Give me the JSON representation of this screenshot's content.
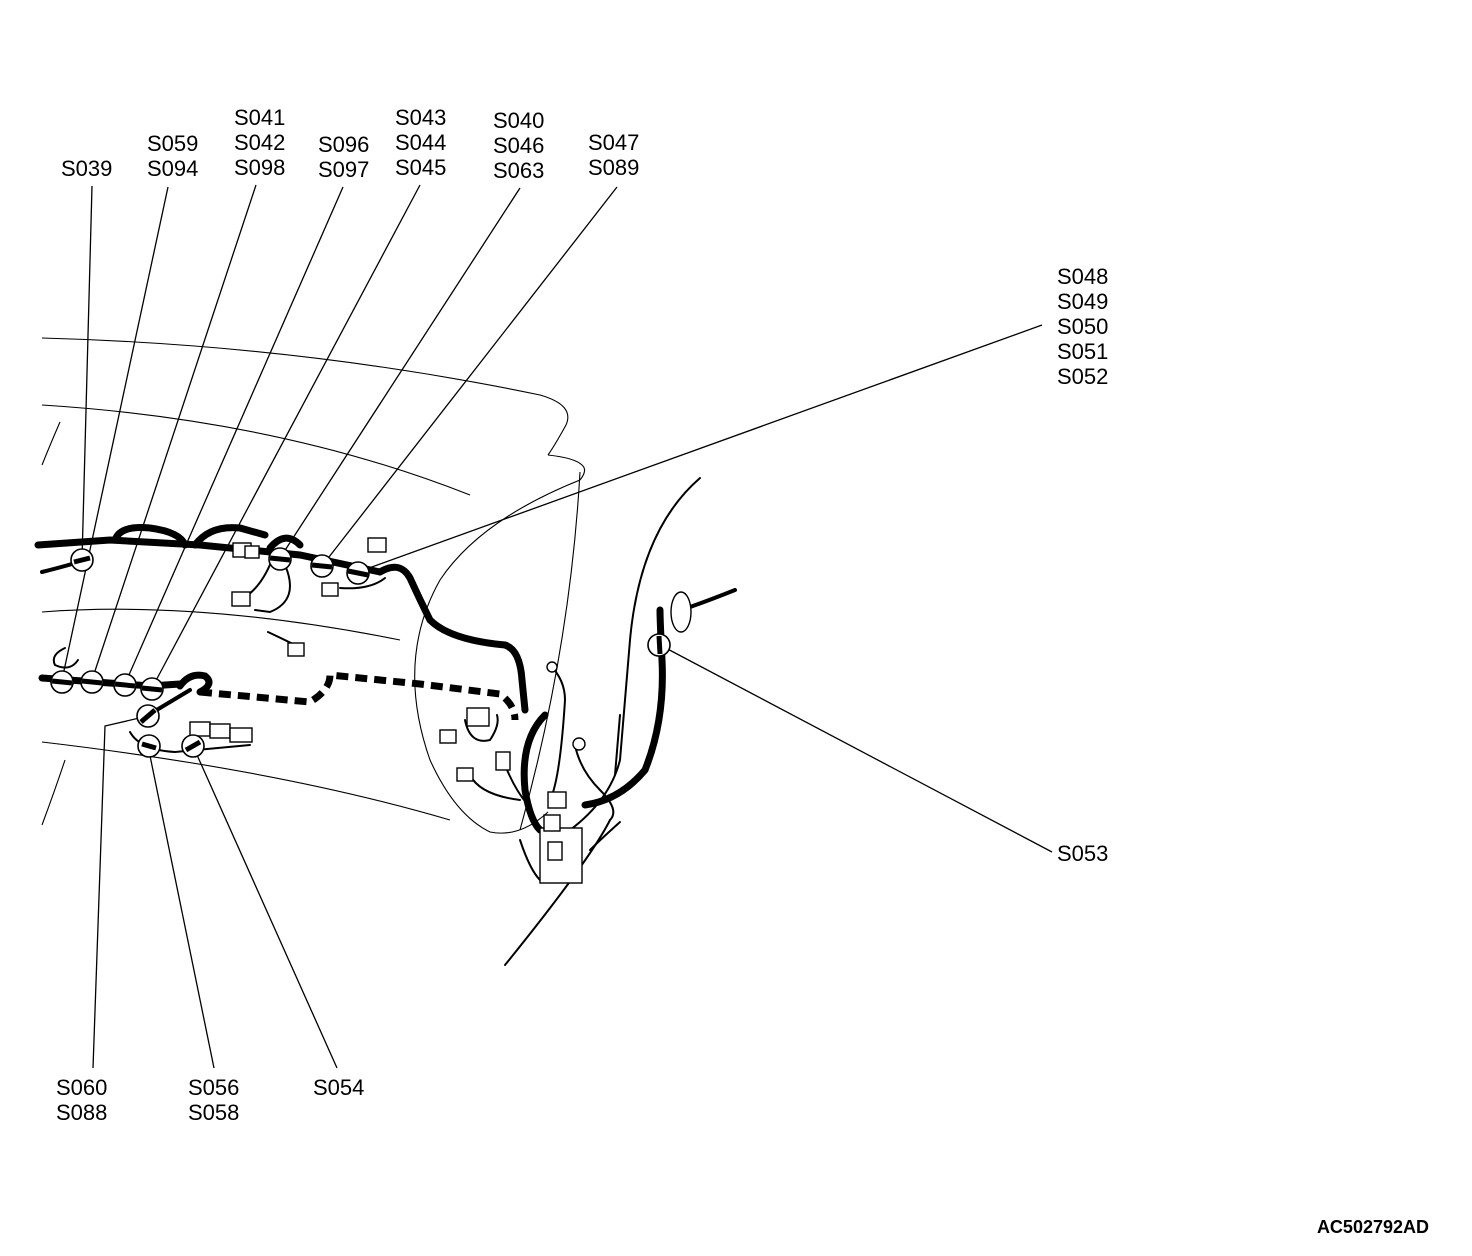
{
  "labels": {
    "s039": [
      "S039"
    ],
    "s059_s094": [
      "S059",
      "S094"
    ],
    "s041_s042_s098": [
      "S041",
      "S042",
      "S098"
    ],
    "s096_s097": [
      "S096",
      "S097"
    ],
    "s043_s044_s045": [
      "S043",
      "S044",
      "S045"
    ],
    "s040_s046_s063": [
      "S040",
      "S046",
      "S063"
    ],
    "s047_s089": [
      "S047",
      "S089"
    ],
    "s048_s052": [
      "S048",
      "S049",
      "S050",
      "S051",
      "S052"
    ],
    "s053": [
      "S053"
    ],
    "s060_s088": [
      "S060",
      "S088"
    ],
    "s056_s058": [
      "S056",
      "S058"
    ],
    "s054": [
      "S054"
    ]
  },
  "figure_ref": "AC502792AD"
}
